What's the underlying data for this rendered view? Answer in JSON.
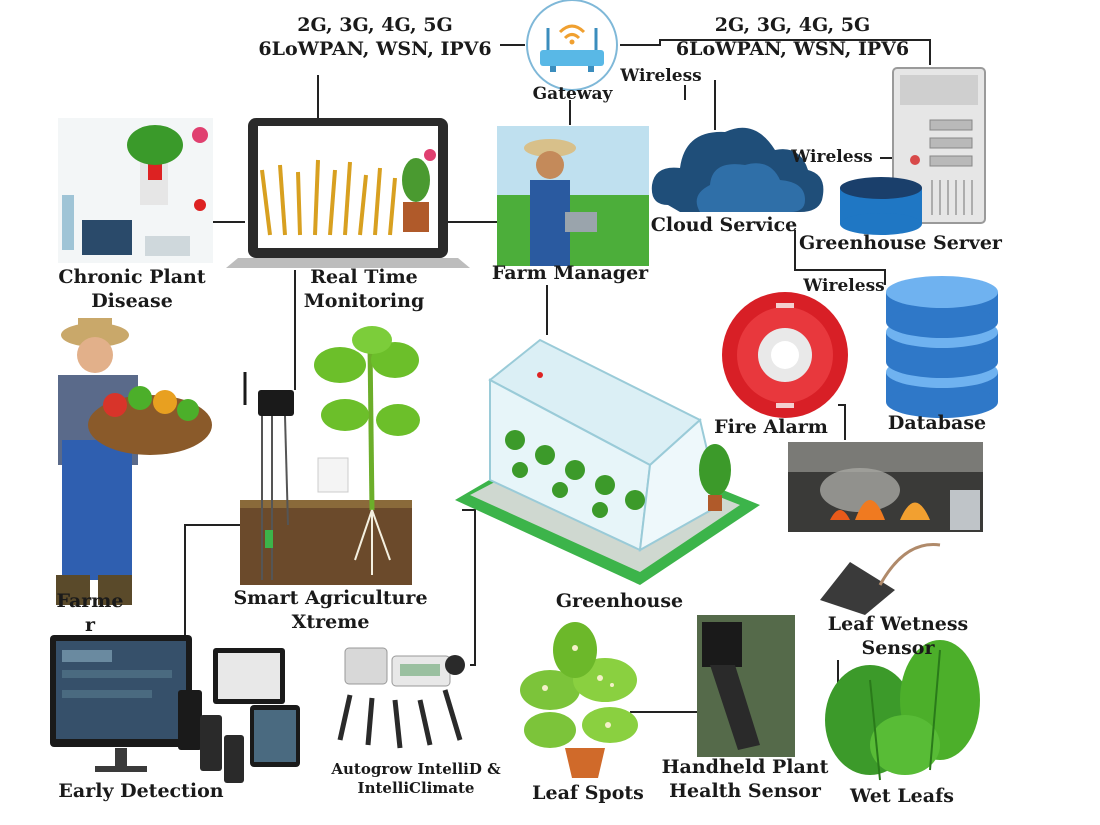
{
  "network_left": {
    "line1": "2G, 3G, 4G, 5G",
    "line2": "6LoWPAN, WSN, IPV6"
  },
  "network_right": {
    "line1": "2G, 3G, 4G, 5G",
    "line2": "6LoWPAN, WSN, IPV6"
  },
  "labels": {
    "gateway": "Gateway",
    "wireless_top": "Wireless",
    "wireless_server": "Wireless",
    "wireless_database": "Wireless",
    "cloud_service": "Cloud Service",
    "greenhouse_server": "Greenhouse Server",
    "chronic_line1": "Chronic Plant",
    "chronic_line2": "Disease",
    "rtm_line1": "Real Time",
    "rtm_line2": "Monitoring",
    "farm_manager": "Farm Manager",
    "fire_alarm": "Fire Alarm",
    "database": "Database",
    "farmer_line1": "Farme",
    "farmer_line2": "r",
    "sax_line1": "Smart Agriculture",
    "sax_line2": "Xtreme",
    "greenhouse": "Greenhouse",
    "leaf_wetness_line1": "Leaf Wetness",
    "leaf_wetness_line2": "Sensor",
    "early_detection": "Early Detection",
    "autogrow_line1": "Autogrow IntelliD &",
    "autogrow_line2": "IntelliClimate",
    "leaf_spots": "Leaf Spots",
    "handheld_line1": "Handheld Plant",
    "handheld_line2": "Health Sensor",
    "wet_leafs": "Wet Leafs"
  },
  "colors": {
    "line": "#222222",
    "cloud_dark": "#1f4e79",
    "cloud_light": "#2f6fa8",
    "database_blue": "#2f78c8",
    "database_light": "#6fb2f0",
    "alarm_red": "#d81f26",
    "greenhouse_green": "#3cb44a",
    "leaf_green": "#4caf2a",
    "soil_brown": "#6b4a2b"
  },
  "icons": [
    "router-icon",
    "laptop-icon",
    "cloud-icon",
    "server-icon",
    "database-icon",
    "fire-alarm-icon",
    "greenhouse-icon",
    "farmer-icon",
    "farm-manager-icon",
    "plant-icon",
    "monitor-icon",
    "sensor-icon",
    "leaf-icon",
    "fire-photo-icon"
  ]
}
